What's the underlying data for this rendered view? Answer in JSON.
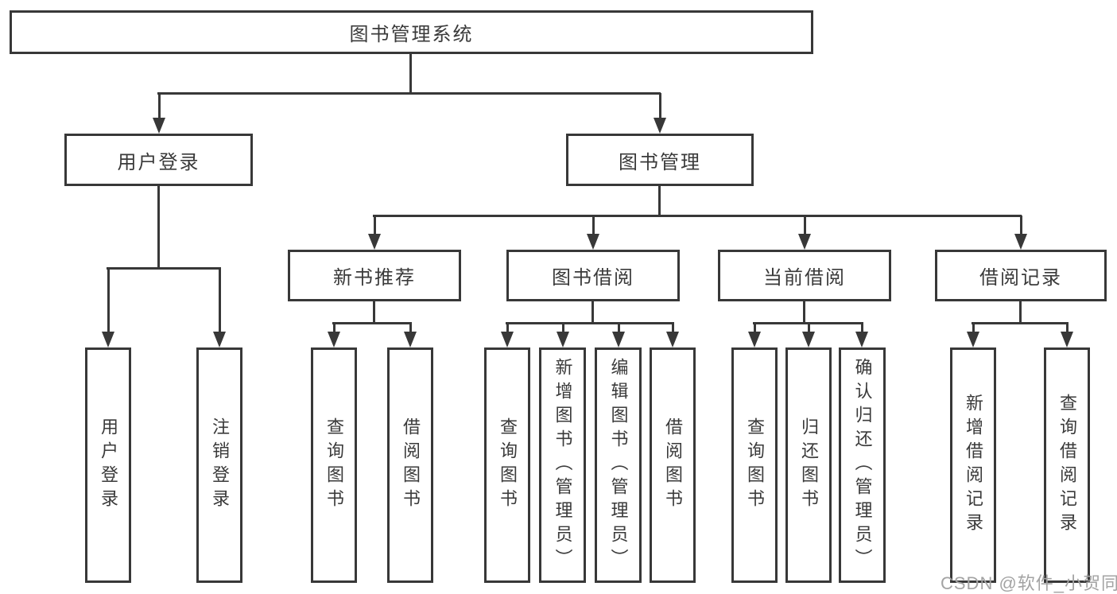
{
  "colors": {
    "line": "#383838",
    "text": "#3a3a3a",
    "background": "#ffffff",
    "watermark": "#a3a3a3"
  },
  "watermark": {
    "text": "CSDN @软件_小贺同学"
  },
  "tree": {
    "root": {
      "label": "图书管理系统",
      "children": [
        {
          "label": "用户登录",
          "children": [
            {
              "label": "用户登录"
            },
            {
              "label": "注销登录"
            }
          ]
        },
        {
          "label": "图书管理",
          "children": [
            {
              "label": "新书推荐",
              "children": [
                {
                  "label": "查询图书"
                },
                {
                  "label": "借阅图书"
                }
              ]
            },
            {
              "label": "图书借阅",
              "children": [
                {
                  "label": "查询图书"
                },
                {
                  "label": "新增图书（管理员）"
                },
                {
                  "label": "编辑图书（管理员）"
                },
                {
                  "label": "借阅图书"
                }
              ]
            },
            {
              "label": "当前借阅",
              "children": [
                {
                  "label": "查询图书"
                },
                {
                  "label": "归还图书"
                },
                {
                  "label": "确认归还（管理员）"
                }
              ]
            },
            {
              "label": "借阅记录",
              "children": [
                {
                  "label": "新增借阅记录"
                },
                {
                  "label": "查询借阅记录"
                }
              ]
            }
          ]
        }
      ]
    }
  }
}
